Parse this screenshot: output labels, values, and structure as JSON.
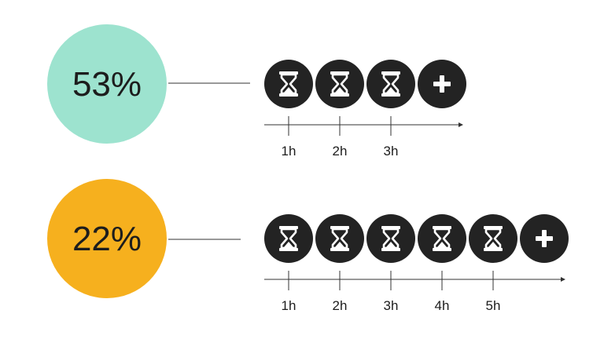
{
  "colors": {
    "token_fill": "#232323",
    "token_glyph": "#ffffff",
    "line": "#333333",
    "text": "#1d1d1d"
  },
  "rows": [
    {
      "percent_label": "53%",
      "circle_color": "#9de3cf",
      "token_icons": [
        "hourglass-icon",
        "hourglass-icon",
        "hourglass-icon",
        "plus-icon"
      ],
      "tick_labels": [
        "1h",
        "2h",
        "3h"
      ]
    },
    {
      "percent_label": "22%",
      "circle_color": "#f6b01e",
      "token_icons": [
        "hourglass-icon",
        "hourglass-icon",
        "hourglass-icon",
        "hourglass-icon",
        "hourglass-icon",
        "plus-icon"
      ],
      "tick_labels": [
        "1h",
        "2h",
        "3h",
        "4h",
        "5h"
      ]
    }
  ]
}
